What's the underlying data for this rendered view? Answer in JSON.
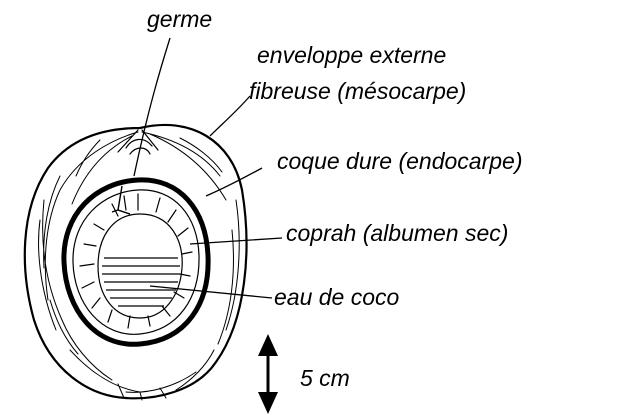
{
  "labels": {
    "germ": "germe",
    "outer_husk_line1": "enveloppe externe",
    "outer_husk_line2": "fibreuse (mésocarpe)",
    "shell": "coque dure (endocarpe)",
    "copra": "coprah (albumen sec)",
    "water": "eau de coco"
  },
  "scale": {
    "label": "5 cm"
  },
  "colors": {
    "ink": "#000000",
    "background": "#ffffff"
  }
}
